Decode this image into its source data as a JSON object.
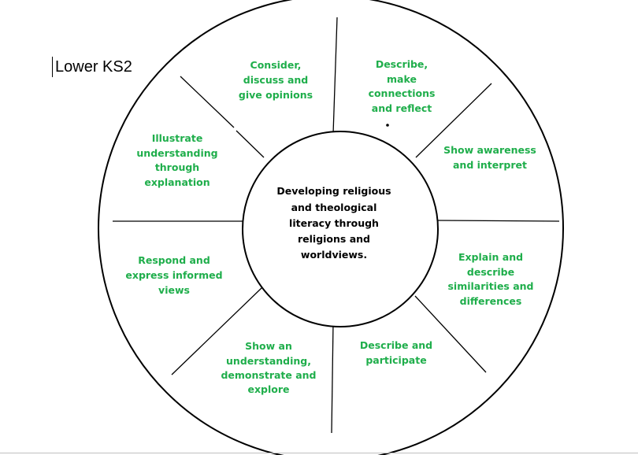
{
  "page": {
    "title": "Lower KS2"
  },
  "colors": {
    "label_green": "#1fae4b",
    "line": "#000000"
  },
  "center": {
    "lines": [
      "Developing religious",
      "and theological",
      "literacy through",
      "religions and",
      "worldviews."
    ]
  },
  "segments": [
    {
      "lines": [
        "Consider,",
        "discuss and",
        "give opinions"
      ]
    },
    {
      "lines": [
        "Describe,",
        "make",
        "connections",
        "and reflect"
      ]
    },
    {
      "lines": [
        "Show awareness",
        "and interpret"
      ]
    },
    {
      "lines": [
        "Explain and",
        "describe",
        "similarities and",
        "differences"
      ]
    },
    {
      "lines": [
        "Describe and",
        "participate"
      ]
    },
    {
      "lines": [
        "Show an",
        "understanding,",
        "demonstrate and",
        "explore"
      ]
    },
    {
      "lines": [
        "Respond and",
        "express informed",
        "views"
      ]
    },
    {
      "lines": [
        "Illustrate",
        "understanding",
        "through",
        "explanation"
      ]
    }
  ]
}
